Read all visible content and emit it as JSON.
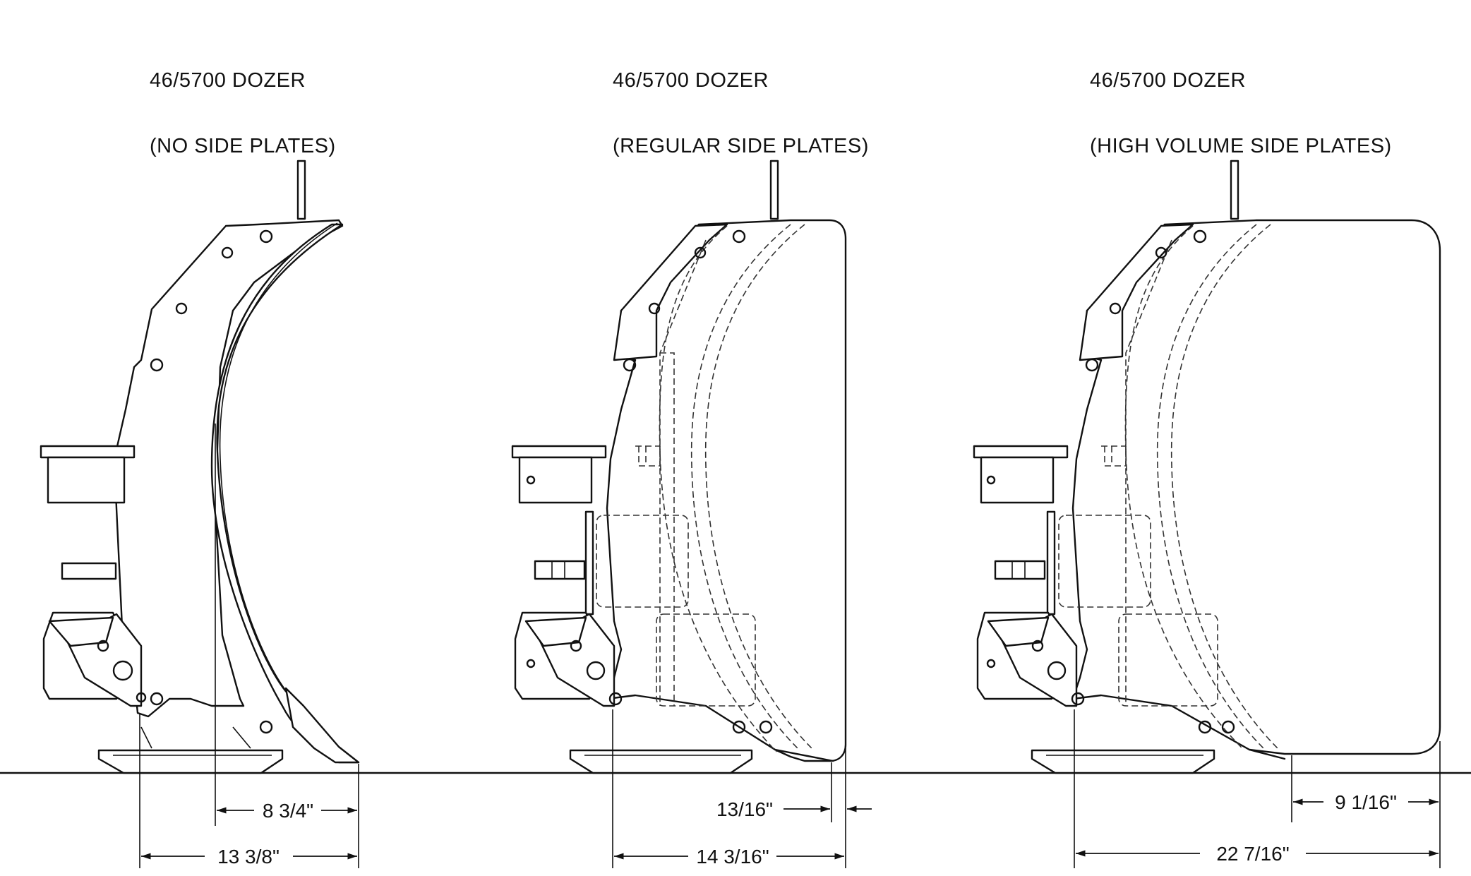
{
  "views": [
    {
      "title_line1": "46/5700 DOZER",
      "title_line2": "(NO SIDE PLATES)",
      "dimensions": {
        "upper": "8 3/4\"",
        "lower": "13 3/8\""
      }
    },
    {
      "title_line1": "46/5700 DOZER",
      "title_line2": "(REGULAR SIDE PLATES)",
      "dimensions": {
        "upper": "13/16\"",
        "lower": "14 3/16\""
      }
    },
    {
      "title_line1": "46/5700 DOZER",
      "title_line2": "(HIGH VOLUME SIDE PLATES)",
      "dimensions": {
        "upper": "9 1/16\"",
        "lower": "22 7/16\""
      }
    }
  ]
}
